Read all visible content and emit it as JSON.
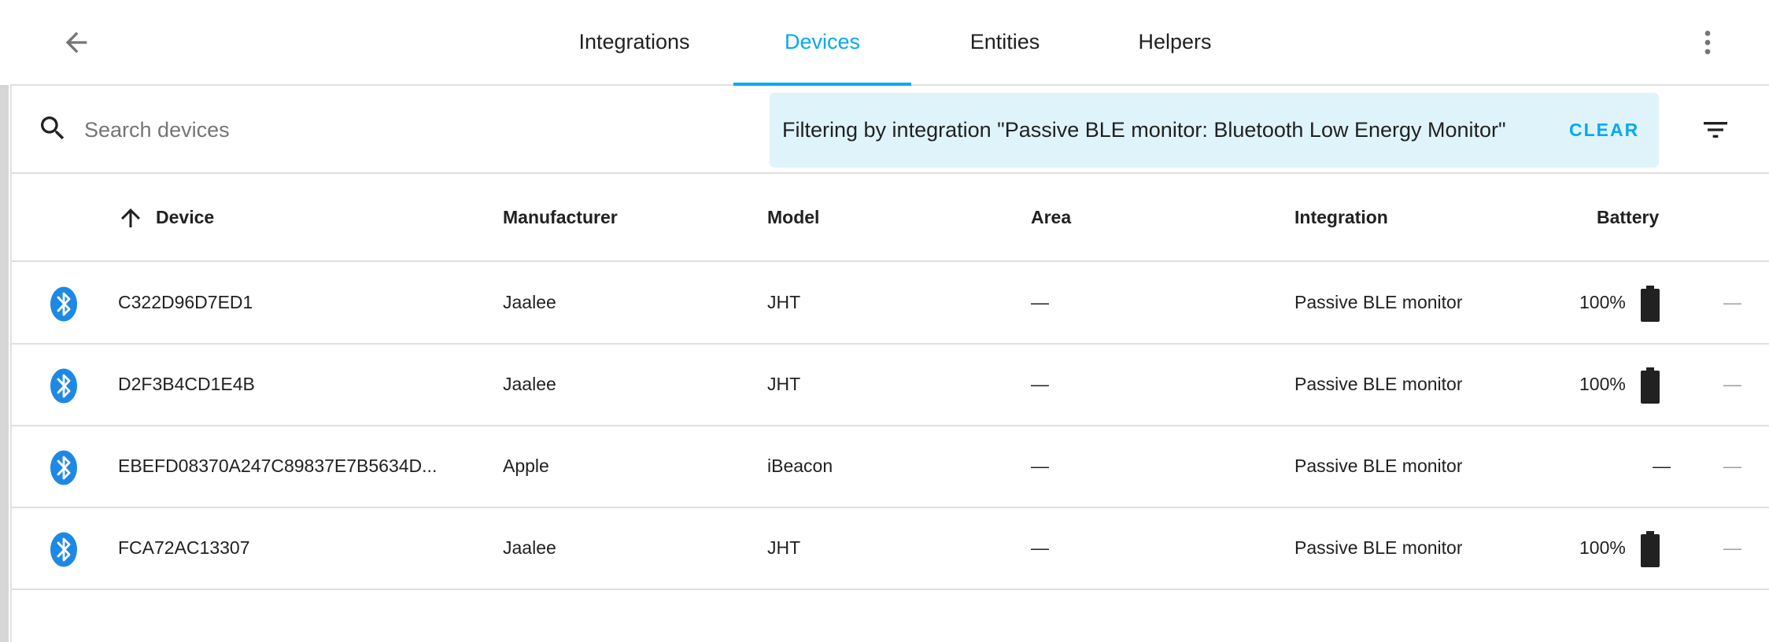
{
  "nav": {
    "back_icon": "arrow-left-icon",
    "tabs": [
      {
        "label": "Integrations",
        "active": false
      },
      {
        "label": "Devices",
        "active": true
      },
      {
        "label": "Entities",
        "active": false
      },
      {
        "label": "Helpers",
        "active": false
      }
    ],
    "menu_icon": "dots-vertical-icon"
  },
  "search": {
    "placeholder": "Search devices",
    "value": "",
    "filter_text": "Filtering by integration \"Passive BLE monitor: Bluetooth Low Energy Monitor\"",
    "clear_label": "CLEAR"
  },
  "table": {
    "columns": {
      "device": "Device",
      "manufacturer": "Manufacturer",
      "model": "Model",
      "area": "Area",
      "integration": "Integration",
      "battery": "Battery"
    },
    "sort": {
      "column": "device",
      "direction": "ascending"
    },
    "rows": [
      {
        "icon": "bluetooth-icon",
        "device": "C322D96D7ED1",
        "manufacturer": "Jaalee",
        "model": "JHT",
        "area": "—",
        "integration": "Passive BLE monitor",
        "battery": "100%",
        "extra": "—"
      },
      {
        "icon": "bluetooth-icon",
        "device": "D2F3B4CD1E4B",
        "manufacturer": "Jaalee",
        "model": "JHT",
        "area": "—",
        "integration": "Passive BLE monitor",
        "battery": "100%",
        "extra": "—"
      },
      {
        "icon": "bluetooth-icon",
        "device": "EBEFD08370A247C89837E7B5634D...",
        "manufacturer": "Apple",
        "model": "iBeacon",
        "area": "—",
        "integration": "Passive BLE monitor",
        "battery": "—",
        "extra": "—"
      },
      {
        "icon": "bluetooth-icon",
        "device": "FCA72AC13307",
        "manufacturer": "Jaalee",
        "model": "JHT",
        "area": "—",
        "integration": "Passive BLE monitor",
        "battery": "100%",
        "extra": "—"
      }
    ]
  },
  "colors": {
    "accent": "#03a9f4",
    "filter_bg": "#dff3fb",
    "bluetooth": "#1e88e5",
    "divider": "#e0e0e0"
  }
}
